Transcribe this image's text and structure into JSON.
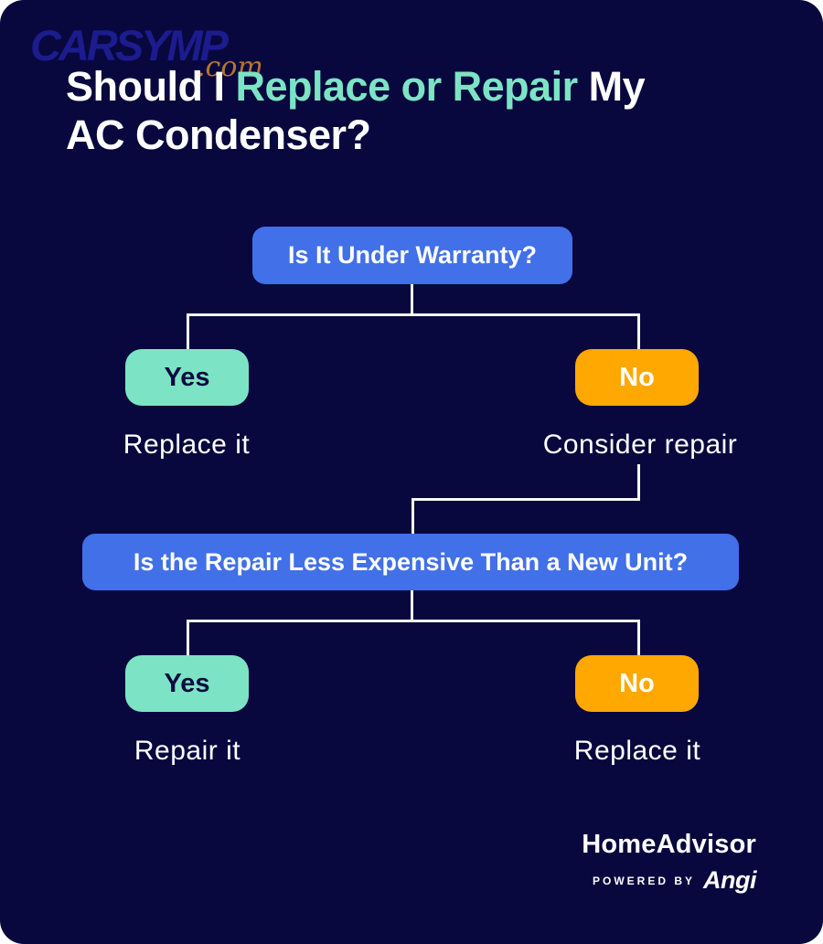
{
  "watermark": {
    "brand": "CARSYMP",
    "tld": ".com"
  },
  "title": {
    "part1": "Should I",
    "highlight": "Replace or Repair",
    "part2": "My",
    "line2": "AC Condenser?"
  },
  "flowchart": {
    "question1": "Is It Under Warranty?",
    "branch1": {
      "yes": {
        "label": "Yes",
        "result": "Replace it"
      },
      "no": {
        "label": "No",
        "result": "Consider repair"
      }
    },
    "question2": "Is the Repair Less Expensive Than a New Unit?",
    "branch2": {
      "yes": {
        "label": "Yes",
        "result": "Repair it"
      },
      "no": {
        "label": "No",
        "result": "Replace it"
      }
    }
  },
  "footer": {
    "brand": "HomeAdvisor",
    "powered_by": "POWERED BY",
    "angi": "Angi"
  },
  "colors": {
    "background": "#08083f",
    "question_blue": "#4170e8",
    "yes_teal": "#7ce4c4",
    "no_orange": "#ffa802",
    "title_highlight": "#7ce4c4",
    "watermark_blue": "#1c1c8f",
    "watermark_com": "#b5752c",
    "connector_white": "#f7f7f7"
  }
}
